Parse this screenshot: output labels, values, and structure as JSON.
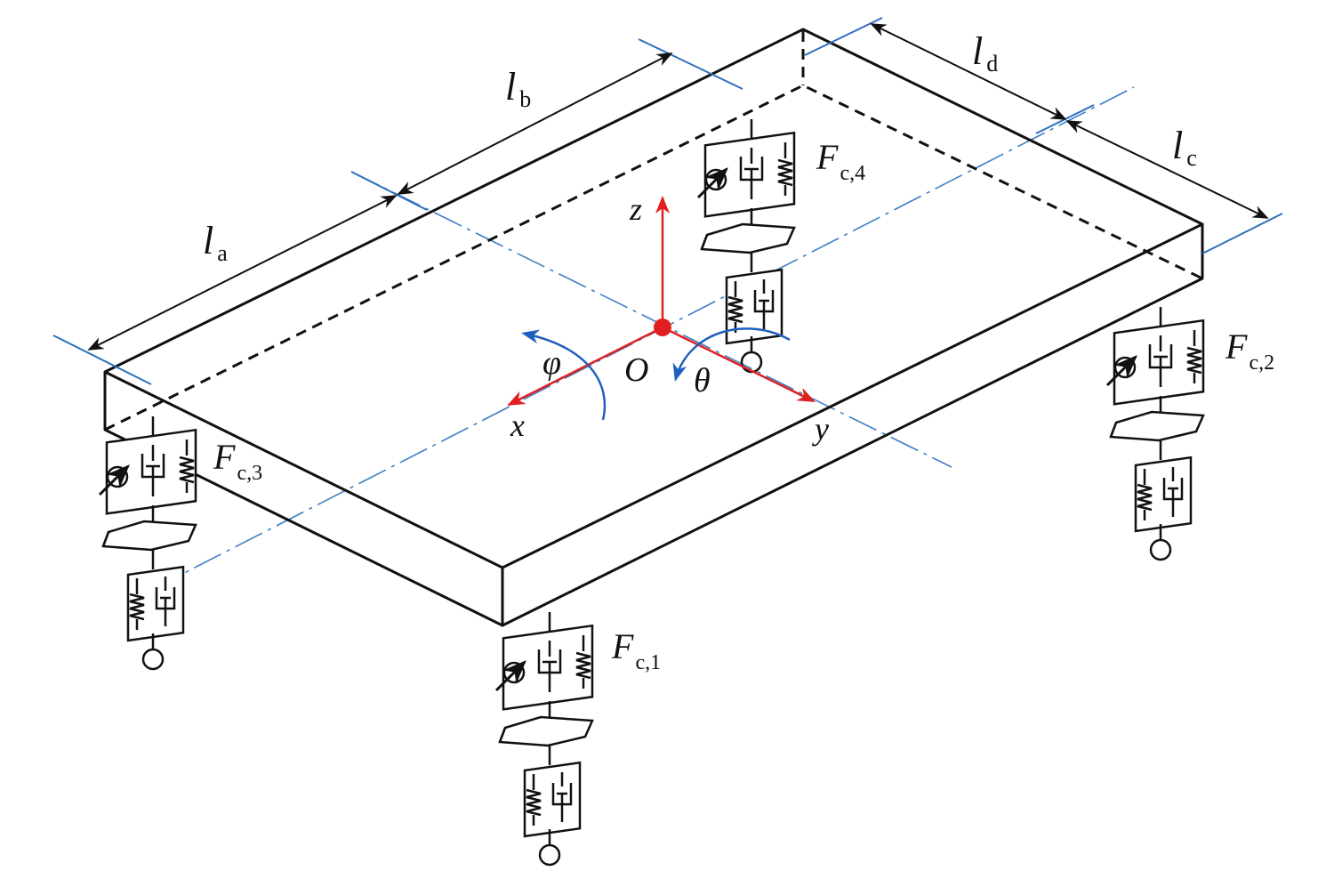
{
  "dimensions": {
    "la": {
      "main": "l",
      "sub": "a"
    },
    "lb": {
      "main": "l",
      "sub": "b"
    },
    "lc": {
      "main": "l",
      "sub": "c"
    },
    "ld": {
      "main": "l",
      "sub": "d"
    }
  },
  "axes": {
    "x": "x",
    "y": "y",
    "z": "z",
    "origin": "O"
  },
  "rotations": {
    "phi": "φ",
    "theta": "θ"
  },
  "forces": [
    {
      "main": "F",
      "sub": "c,1"
    },
    {
      "main": "F",
      "sub": "c,2"
    },
    {
      "main": "F",
      "sub": "c,3"
    },
    {
      "main": "F",
      "sub": "c,4"
    }
  ],
  "colors": {
    "axis_red": "#e02020",
    "rotation_blue": "#1f5fbf",
    "centerline_blue": "#3d7fc4",
    "line_black": "#111111"
  }
}
